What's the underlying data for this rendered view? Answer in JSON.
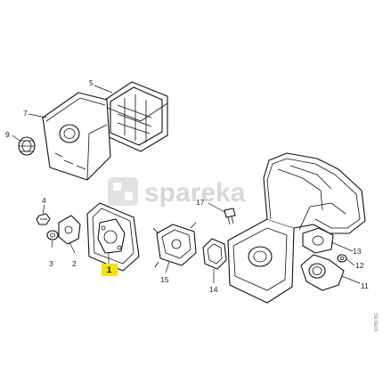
{
  "watermark": {
    "text": "spareka"
  },
  "drawing_code": "97HD BC",
  "highlight_color": "#f2e600",
  "callouts": [
    {
      "id": "c1",
      "label": "1",
      "highlighted": true
    },
    {
      "id": "c2",
      "label": "2"
    },
    {
      "id": "c3",
      "label": "3"
    },
    {
      "id": "c4",
      "label": "4"
    },
    {
      "id": "c5",
      "label": "5"
    },
    {
      "id": "c7",
      "label": "7"
    },
    {
      "id": "c9",
      "label": "9"
    },
    {
      "id": "c11",
      "label": "11"
    },
    {
      "id": "c12",
      "label": "12"
    },
    {
      "id": "c13",
      "label": "13"
    },
    {
      "id": "c14",
      "label": "14"
    },
    {
      "id": "c15",
      "label": "15"
    },
    {
      "id": "c17",
      "label": "17"
    }
  ]
}
